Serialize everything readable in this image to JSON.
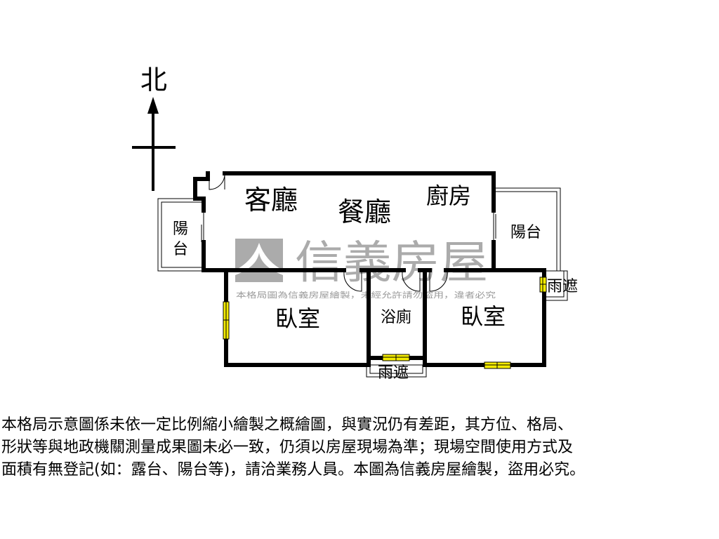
{
  "compass": {
    "north_label": "北"
  },
  "rooms": {
    "living_room": "客廳",
    "dining_room": "餐廳",
    "kitchen": "廚房",
    "balcony_left": [
      "陽",
      "台"
    ],
    "balcony_right": "陽台",
    "bedroom_left": "臥室",
    "bathroom": "浴廁",
    "bedroom_right": "臥室",
    "rain_shelter_right": "雨遮",
    "rain_shelter_bottom": "雨遮"
  },
  "watermark": {
    "brand": "信義房屋",
    "notice": "本格局圖為信義房屋繪製，未經允許請勿盜用，違者必究"
  },
  "disclaimer": {
    "lines": [
      "本格局示意圖係未依一定比例縮小繪製之概繪圖，與實況仍有差距，其方位、格局、",
      "形狀等與地政機關測量成果圖未必一致，仍須以房屋現場為準；現場空間使用方式及",
      "面積有無登記(如：露台、陽台等)，請洽業務人員。本圖為信義房屋繪製，盜用必究。"
    ]
  },
  "colors": {
    "wall": "#000000",
    "window": "#f5ec00",
    "watermark": "#a9a9a9"
  }
}
